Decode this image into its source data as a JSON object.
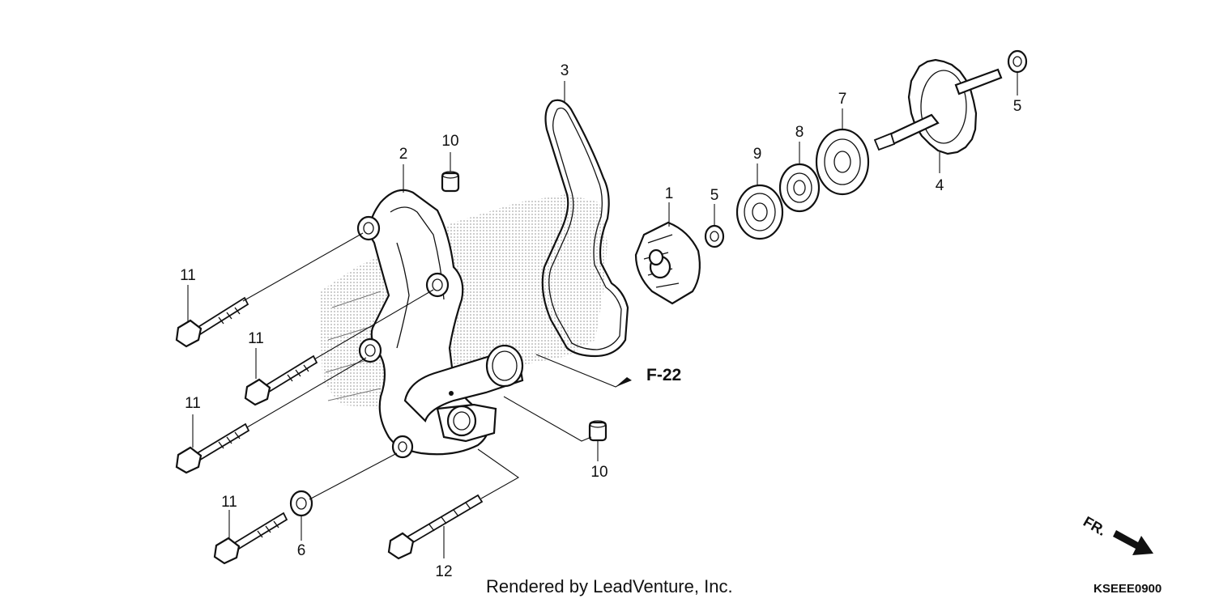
{
  "diagram": {
    "callouts": [
      {
        "id": "c1",
        "text": "1"
      },
      {
        "id": "c2",
        "text": "2"
      },
      {
        "id": "c3",
        "text": "3"
      },
      {
        "id": "c4",
        "text": "4"
      },
      {
        "id": "c5a",
        "text": "5"
      },
      {
        "id": "c5b",
        "text": "5"
      },
      {
        "id": "c6",
        "text": "6"
      },
      {
        "id": "c7",
        "text": "7"
      },
      {
        "id": "c8",
        "text": "8"
      },
      {
        "id": "c9",
        "text": "9"
      },
      {
        "id": "c10a",
        "text": "10"
      },
      {
        "id": "c10b",
        "text": "10"
      },
      {
        "id": "c11a",
        "text": "11"
      },
      {
        "id": "c11b",
        "text": "11"
      },
      {
        "id": "c11c",
        "text": "11"
      },
      {
        "id": "c11d",
        "text": "11"
      },
      {
        "id": "c12",
        "text": "12"
      }
    ],
    "reference": "F-22",
    "direction": "FR.",
    "credit": "Rendered by LeadVenture, Inc.",
    "code": "KSEEE0900"
  }
}
